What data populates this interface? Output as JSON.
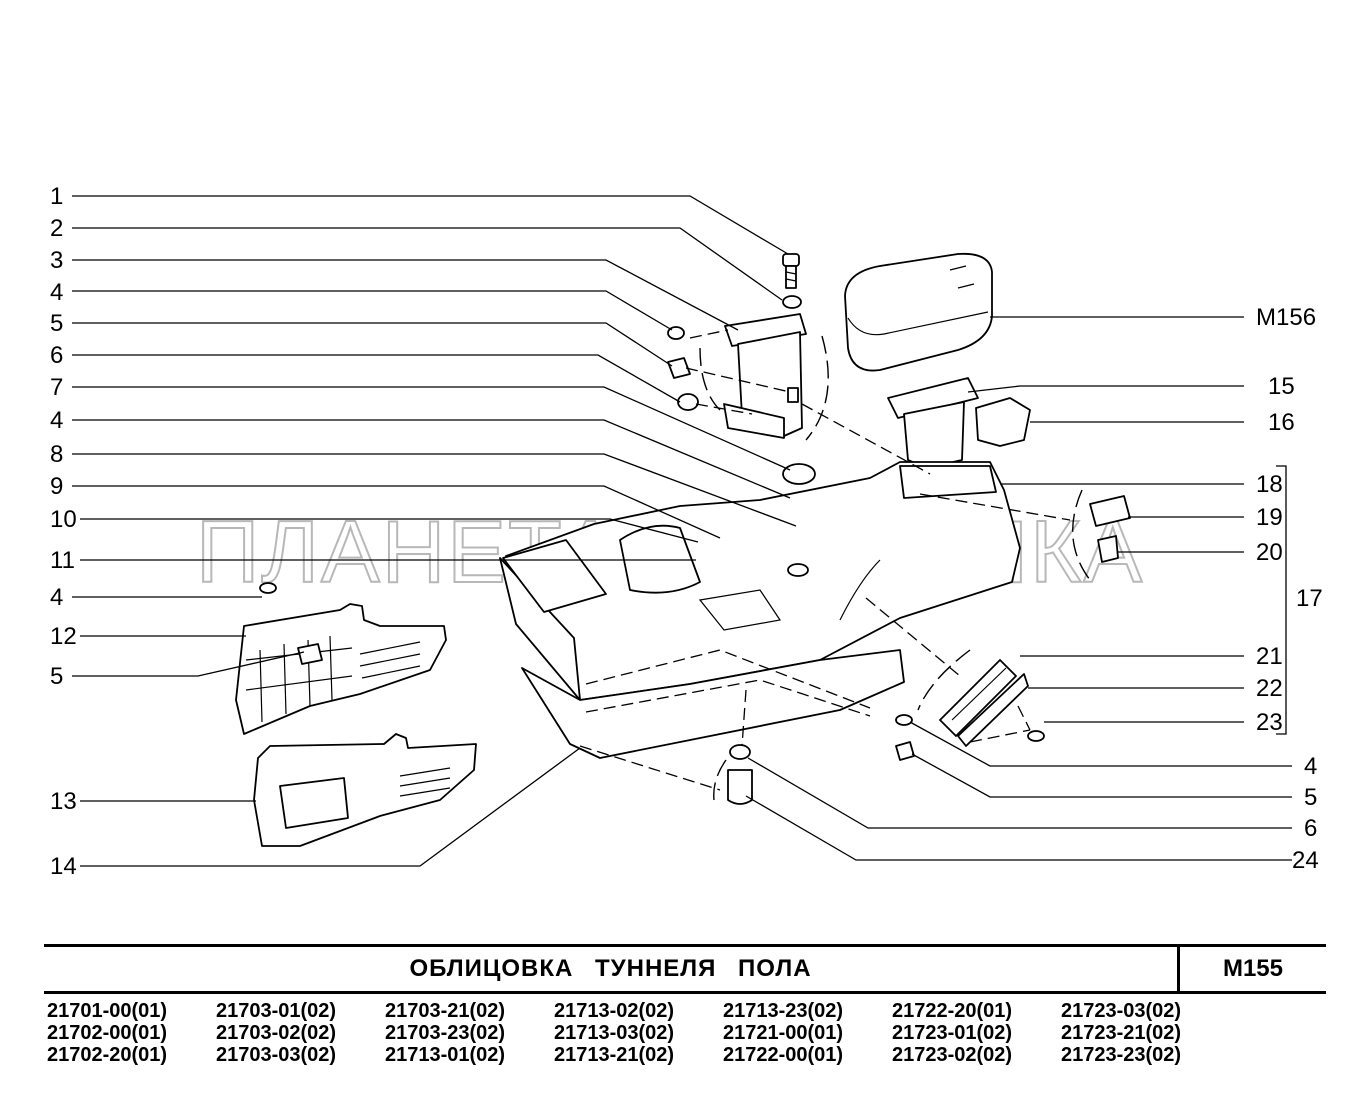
{
  "title": "ОБЛИЦОВКА   ТУННЕЛЯ   ПОЛА",
  "diagram_code": "M155",
  "watermark": "ПЛАНЕТА ЖЕЛЕЗЯКА",
  "callouts_left": [
    "1",
    "2",
    "3",
    "4",
    "5",
    "6",
    "7",
    "4",
    "8",
    "9",
    "10",
    "11",
    "4",
    "12",
    "5",
    "13",
    "14"
  ],
  "callouts_right": [
    "M156",
    "15",
    "16",
    "18",
    "19",
    "20",
    "17",
    "21",
    "22",
    "23",
    "4",
    "5",
    "6",
    "24"
  ],
  "model_codes": [
    "21701-00(01)",
    "21702-00(01)",
    "21702-20(01)",
    "21703-01(02)",
    "21703-02(02)",
    "21703-03(02)",
    "21703-21(02)",
    "21703-23(02)",
    "21713-01(02)",
    "21713-02(02)",
    "21713-03(02)",
    "21713-21(02)",
    "21713-23(02)",
    "21721-00(01)",
    "21722-00(01)",
    "21722-20(01)",
    "21723-01(02)",
    "21723-02(02)",
    "21723-03(02)",
    "21723-21(02)",
    "21723-23(02)"
  ]
}
